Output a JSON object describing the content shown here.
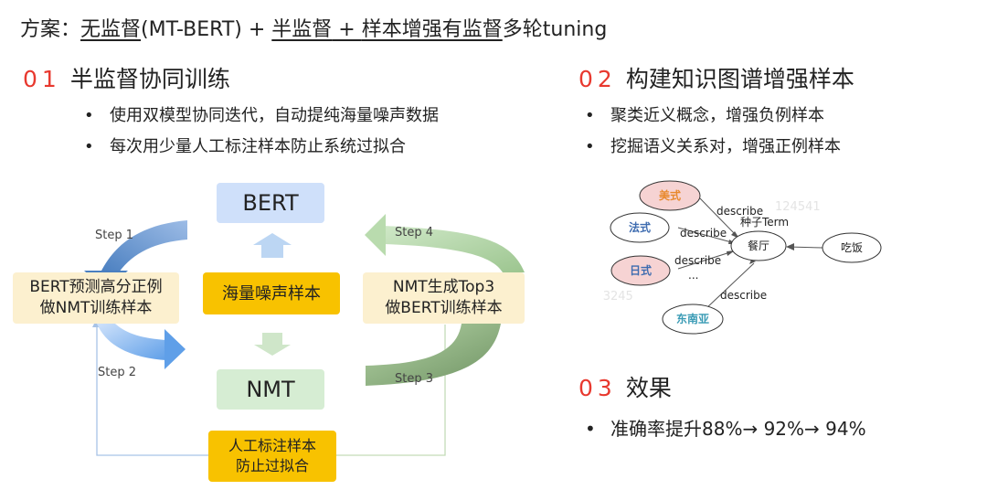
{
  "title": {
    "prefix": "方案：",
    "part1": "无监督",
    "part2": "(MT-BERT) + ",
    "part3": "半监督",
    "part4": " + ",
    "part5": "样本增强有监督",
    "part6": "多轮tuning"
  },
  "section1": {
    "num": "01",
    "heading": "半监督协同训练",
    "bullets": [
      "使用双模型协同迭代，自动提纯海量噪声数据",
      "每次用少量人工标注样本防止系统过拟合"
    ]
  },
  "section2": {
    "num": "02",
    "heading": "构建知识图谱增强样本",
    "bullets": [
      "聚类近义概念，增强负例样本",
      "挖掘语义关系对，增强正例样本"
    ]
  },
  "section3": {
    "num": "03",
    "heading": "效果",
    "bullets": [
      "准确率提升88%→ 92%→ 94%"
    ]
  },
  "cycle": {
    "bert": "BERT",
    "nmt": "NMT",
    "center": "海量噪声样本",
    "left_line1": "BERT预测高分正例",
    "left_line2": "做NMT训练样本",
    "right_line1": "NMT生成Top3",
    "right_line2": "做BERT训练样本",
    "bottom_line1": "人工标注样本",
    "bottom_line2": "防止过拟合",
    "step1": "Step 1",
    "step2": "Step 2",
    "step3": "Step 3",
    "step4": "Step 4"
  },
  "graph": {
    "nodes": {
      "meishi": "美式",
      "fashi": "法式",
      "rishi": "日式",
      "dongnanya": "东南亚",
      "canting": "餐厅",
      "chifan": "吃饭"
    },
    "edge_describe": "describe",
    "seed_term": "种子Term",
    "ellipsis": "...",
    "watermark1": "124541",
    "watermark2": "x3245"
  },
  "colors": {
    "accent_red": "#e8392f",
    "bert_blue": "#cfe0fa",
    "nmt_green": "#d6edd3",
    "yellow": "#f8c200",
    "light_yellow": "#fcf0cf",
    "node_red": "#f6d3d3",
    "node_orange": "#e8892c",
    "node_blue": "#3e6cb0",
    "node_teal": "#3a9bb5"
  }
}
